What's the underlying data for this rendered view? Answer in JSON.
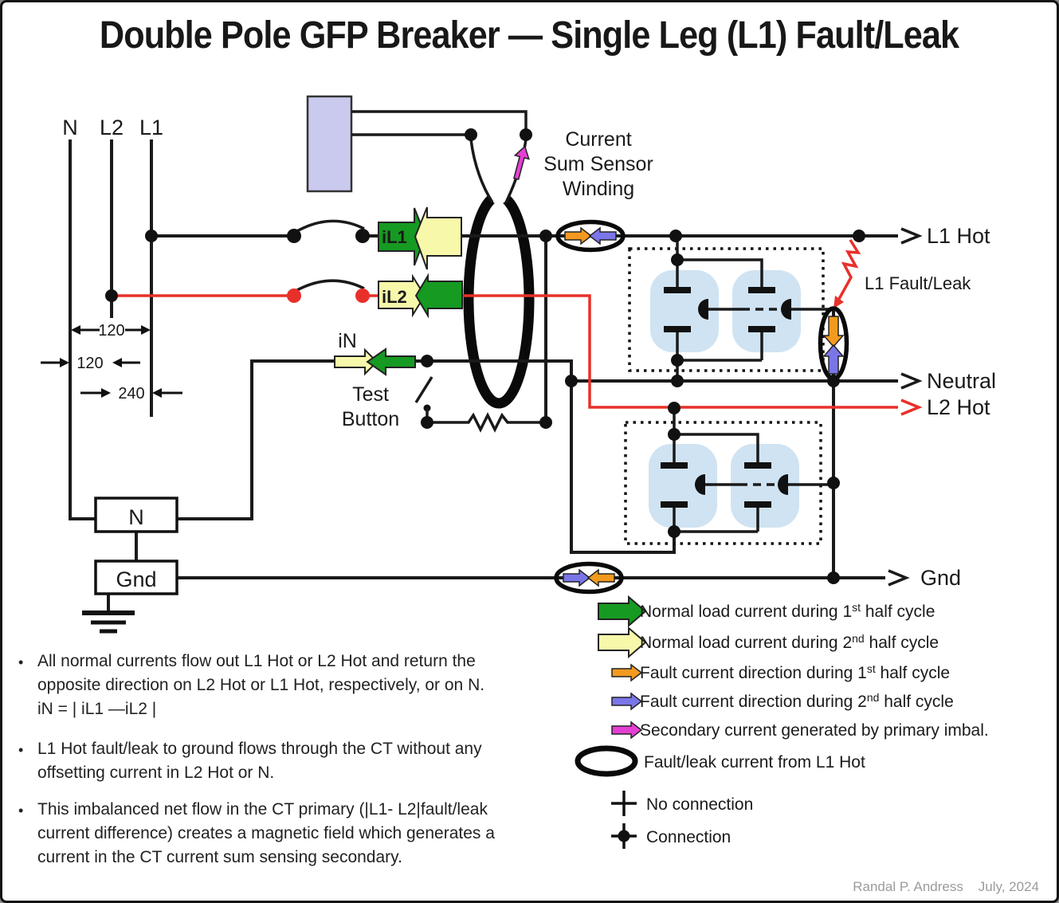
{
  "title": "Double Pole GFP Breaker — Single Leg (L1) Fault/Leak",
  "buses": {
    "n": "N",
    "l2": "L2",
    "l1": "L1"
  },
  "dimensions": {
    "n_l1": "120",
    "n_l2": "120",
    "l2_l1": "240"
  },
  "sensor_winding_label": {
    "line1": "Current",
    "line2": "Sum Sensor",
    "line3": "Winding"
  },
  "currents": {
    "il1": "iL1",
    "il2": "iL2",
    "in": "iN"
  },
  "test_button": {
    "line1": "Test",
    "line2": "Button"
  },
  "outputs": {
    "l1_hot": "L1 Hot",
    "neutral": "Neutral",
    "l2_hot": "L2 Hot",
    "gnd": "Gnd"
  },
  "fault_label": "L1 Fault/Leak",
  "blocks": {
    "neutral_block": "N",
    "ground_block": "Gnd"
  },
  "legend": {
    "items": [
      {
        "pre": "Normal load current during 1",
        "sup": "st",
        "post": " half cycle"
      },
      {
        "pre": "Normal load current during 2",
        "sup": "nd",
        "post": " half cycle"
      },
      {
        "pre": "Fault current direction during 1",
        "sup": "st",
        "post": " half cycle"
      },
      {
        "pre": "Fault current direction during 2",
        "sup": "nd",
        "post": " half cycle"
      },
      {
        "pre": "Secondary current generated by primary imbal.",
        "sup": "",
        "post": ""
      }
    ],
    "fault_leak": "Fault/leak current from L1 Hot",
    "no_connection": "No connection",
    "connection": "Connection"
  },
  "notes_bullet": "•",
  "notes": [
    "All normal currents flow out L1 Hot or L2 Hot and return the\nopposite direction on L2 Hot or L1 Hot, respectively, or on N.\niN = | iL1 —iL2 |",
    "L1 Hot fault/leak to ground flows through the CT without any\noffsetting current in L2 Hot or N.",
    "This imbalanced net flow in the CT primary (|L1- L2|fault/leak\ncurrent difference) creates a magnetic field which generates a\ncurrent in the CT current sum sensing secondary."
  ],
  "credit": "Randal P. Andress    July, 2024",
  "colors": {
    "normal_1st_half_green": "#169a22",
    "normal_2nd_half_yellow": "#f8f8ab",
    "fault_1st_half_orange": "#f29a1f",
    "fault_2nd_half_blue": "#7b76e8",
    "secondary_current_magenta": "#e43fd3",
    "fault_wire_red": "#e8302a",
    "sensor_module_lavender": "#c9caee",
    "device_fill_blue": "#cfe3f2"
  }
}
